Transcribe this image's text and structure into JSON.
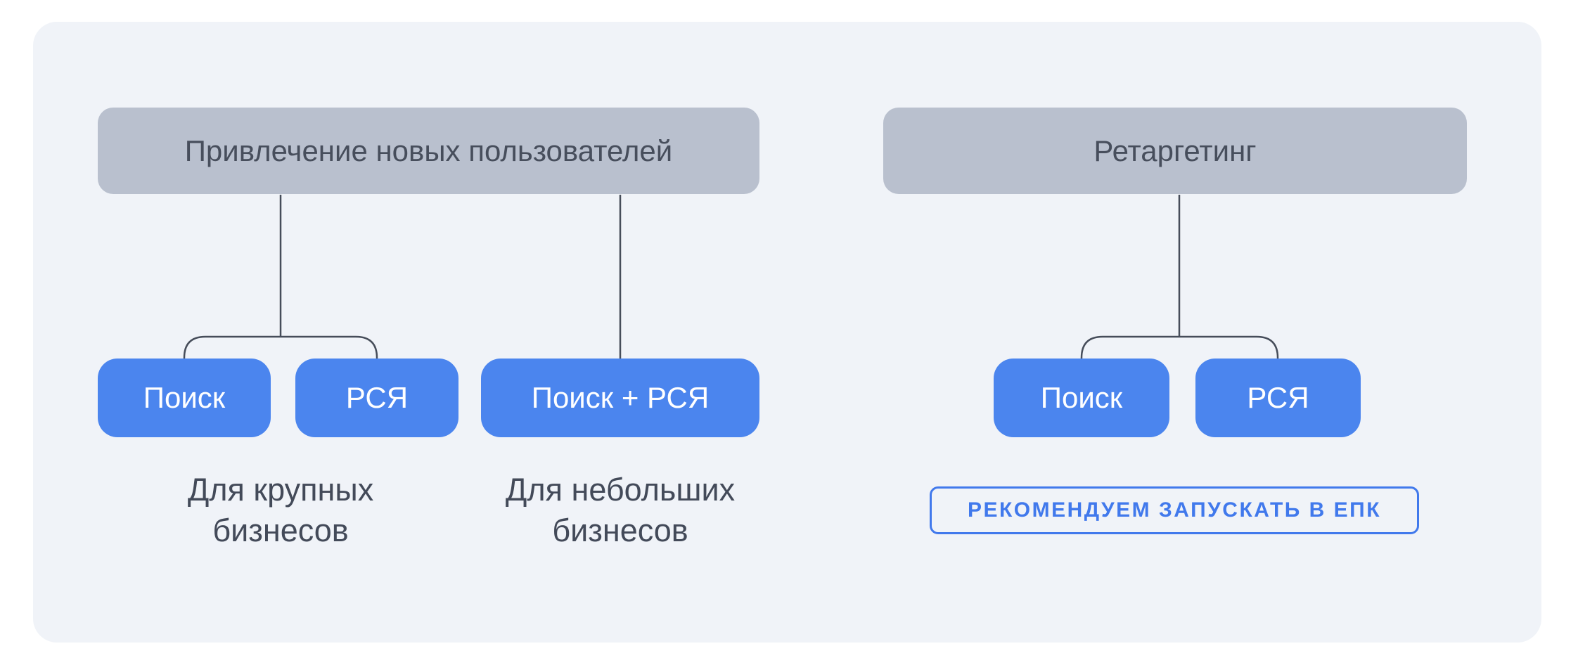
{
  "colors": {
    "page_bg": "#FFFFFF",
    "panel_bg": "#F0F3F8",
    "header_fill": "#B9C0CE",
    "header_text": "#474E5C",
    "node_fill": "#4B85EE",
    "node_text": "#FFFFFF",
    "connector": "#464D5A",
    "note_text": "#434A59",
    "badge_accent": "#4179EC"
  },
  "acquisition": {
    "title": "Привлечение новых пользователей",
    "nodes": {
      "search": "Поиск",
      "rsya": "РСЯ",
      "search_rsya": "Поиск + РСЯ"
    },
    "notes": {
      "large_business": "Для крупных\nбизнесов",
      "small_business": "Для небольших\nбизнесов"
    }
  },
  "retargeting": {
    "title": "Ретаргетинг",
    "nodes": {
      "search": "Поиск",
      "rsya": "РСЯ"
    },
    "badge": "РЕКОМЕНДУЕМ ЗАПУСКАТЬ В ЕПК"
  }
}
